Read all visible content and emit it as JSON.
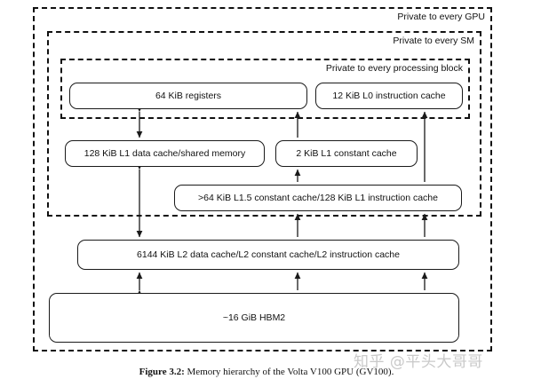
{
  "figure": {
    "caption_label": "Figure 3.2:",
    "caption_text": " Memory hierarchy of the Volta V100 GPU (GV100).",
    "watermark": "知乎 @平头大哥哥"
  },
  "scopes": [
    {
      "id": "gpu",
      "label": "Private to every GPU"
    },
    {
      "id": "sm",
      "label": "Private to every SM"
    },
    {
      "id": "processing_block",
      "label": "Private to every processing block"
    }
  ],
  "memory_boxes": [
    {
      "id": "registers",
      "label": "64 KiB registers"
    },
    {
      "id": "l0_icache",
      "label": "12 KiB L0 instruction cache"
    },
    {
      "id": "l1_data",
      "label": "128 KiB L1 data cache/shared memory"
    },
    {
      "id": "l1_const",
      "label": "2 KiB L1 constant cache"
    },
    {
      "id": "l15_const",
      "label": ">64 KiB L1.5 constant cache/128 KiB L1 instruction cache"
    },
    {
      "id": "l2",
      "label": "6144 KiB L2 data cache/L2 constant cache/L2 instruction cache"
    },
    {
      "id": "hbm2",
      "label": "~16 GiB HBM2"
    }
  ],
  "connections": [
    {
      "from": "registers",
      "to": "l1_data",
      "direction": "bidirectional"
    },
    {
      "from": "l1_const",
      "to": "registers",
      "direction": "up"
    },
    {
      "from": "l15_const",
      "to": "l0_icache",
      "direction": "up"
    },
    {
      "from": "l1_data",
      "to": "l2",
      "direction": "bidirectional"
    },
    {
      "from": "l15_const",
      "to": "l1_const",
      "direction": "up"
    },
    {
      "from": "l2",
      "to": "l15_const",
      "direction": "up"
    },
    {
      "from": "l2",
      "to": "l15_const_right",
      "direction": "up"
    },
    {
      "from": "hbm2",
      "to": "l2",
      "direction": "bidirectional"
    },
    {
      "from": "hbm2",
      "to": "l2_mid",
      "direction": "up"
    },
    {
      "from": "hbm2",
      "to": "l2_right",
      "direction": "up"
    }
  ],
  "colors": {
    "line": "#1a1a1a",
    "dashed": "#111111",
    "background": "#ffffff",
    "watermark": "#c9c9c9"
  }
}
